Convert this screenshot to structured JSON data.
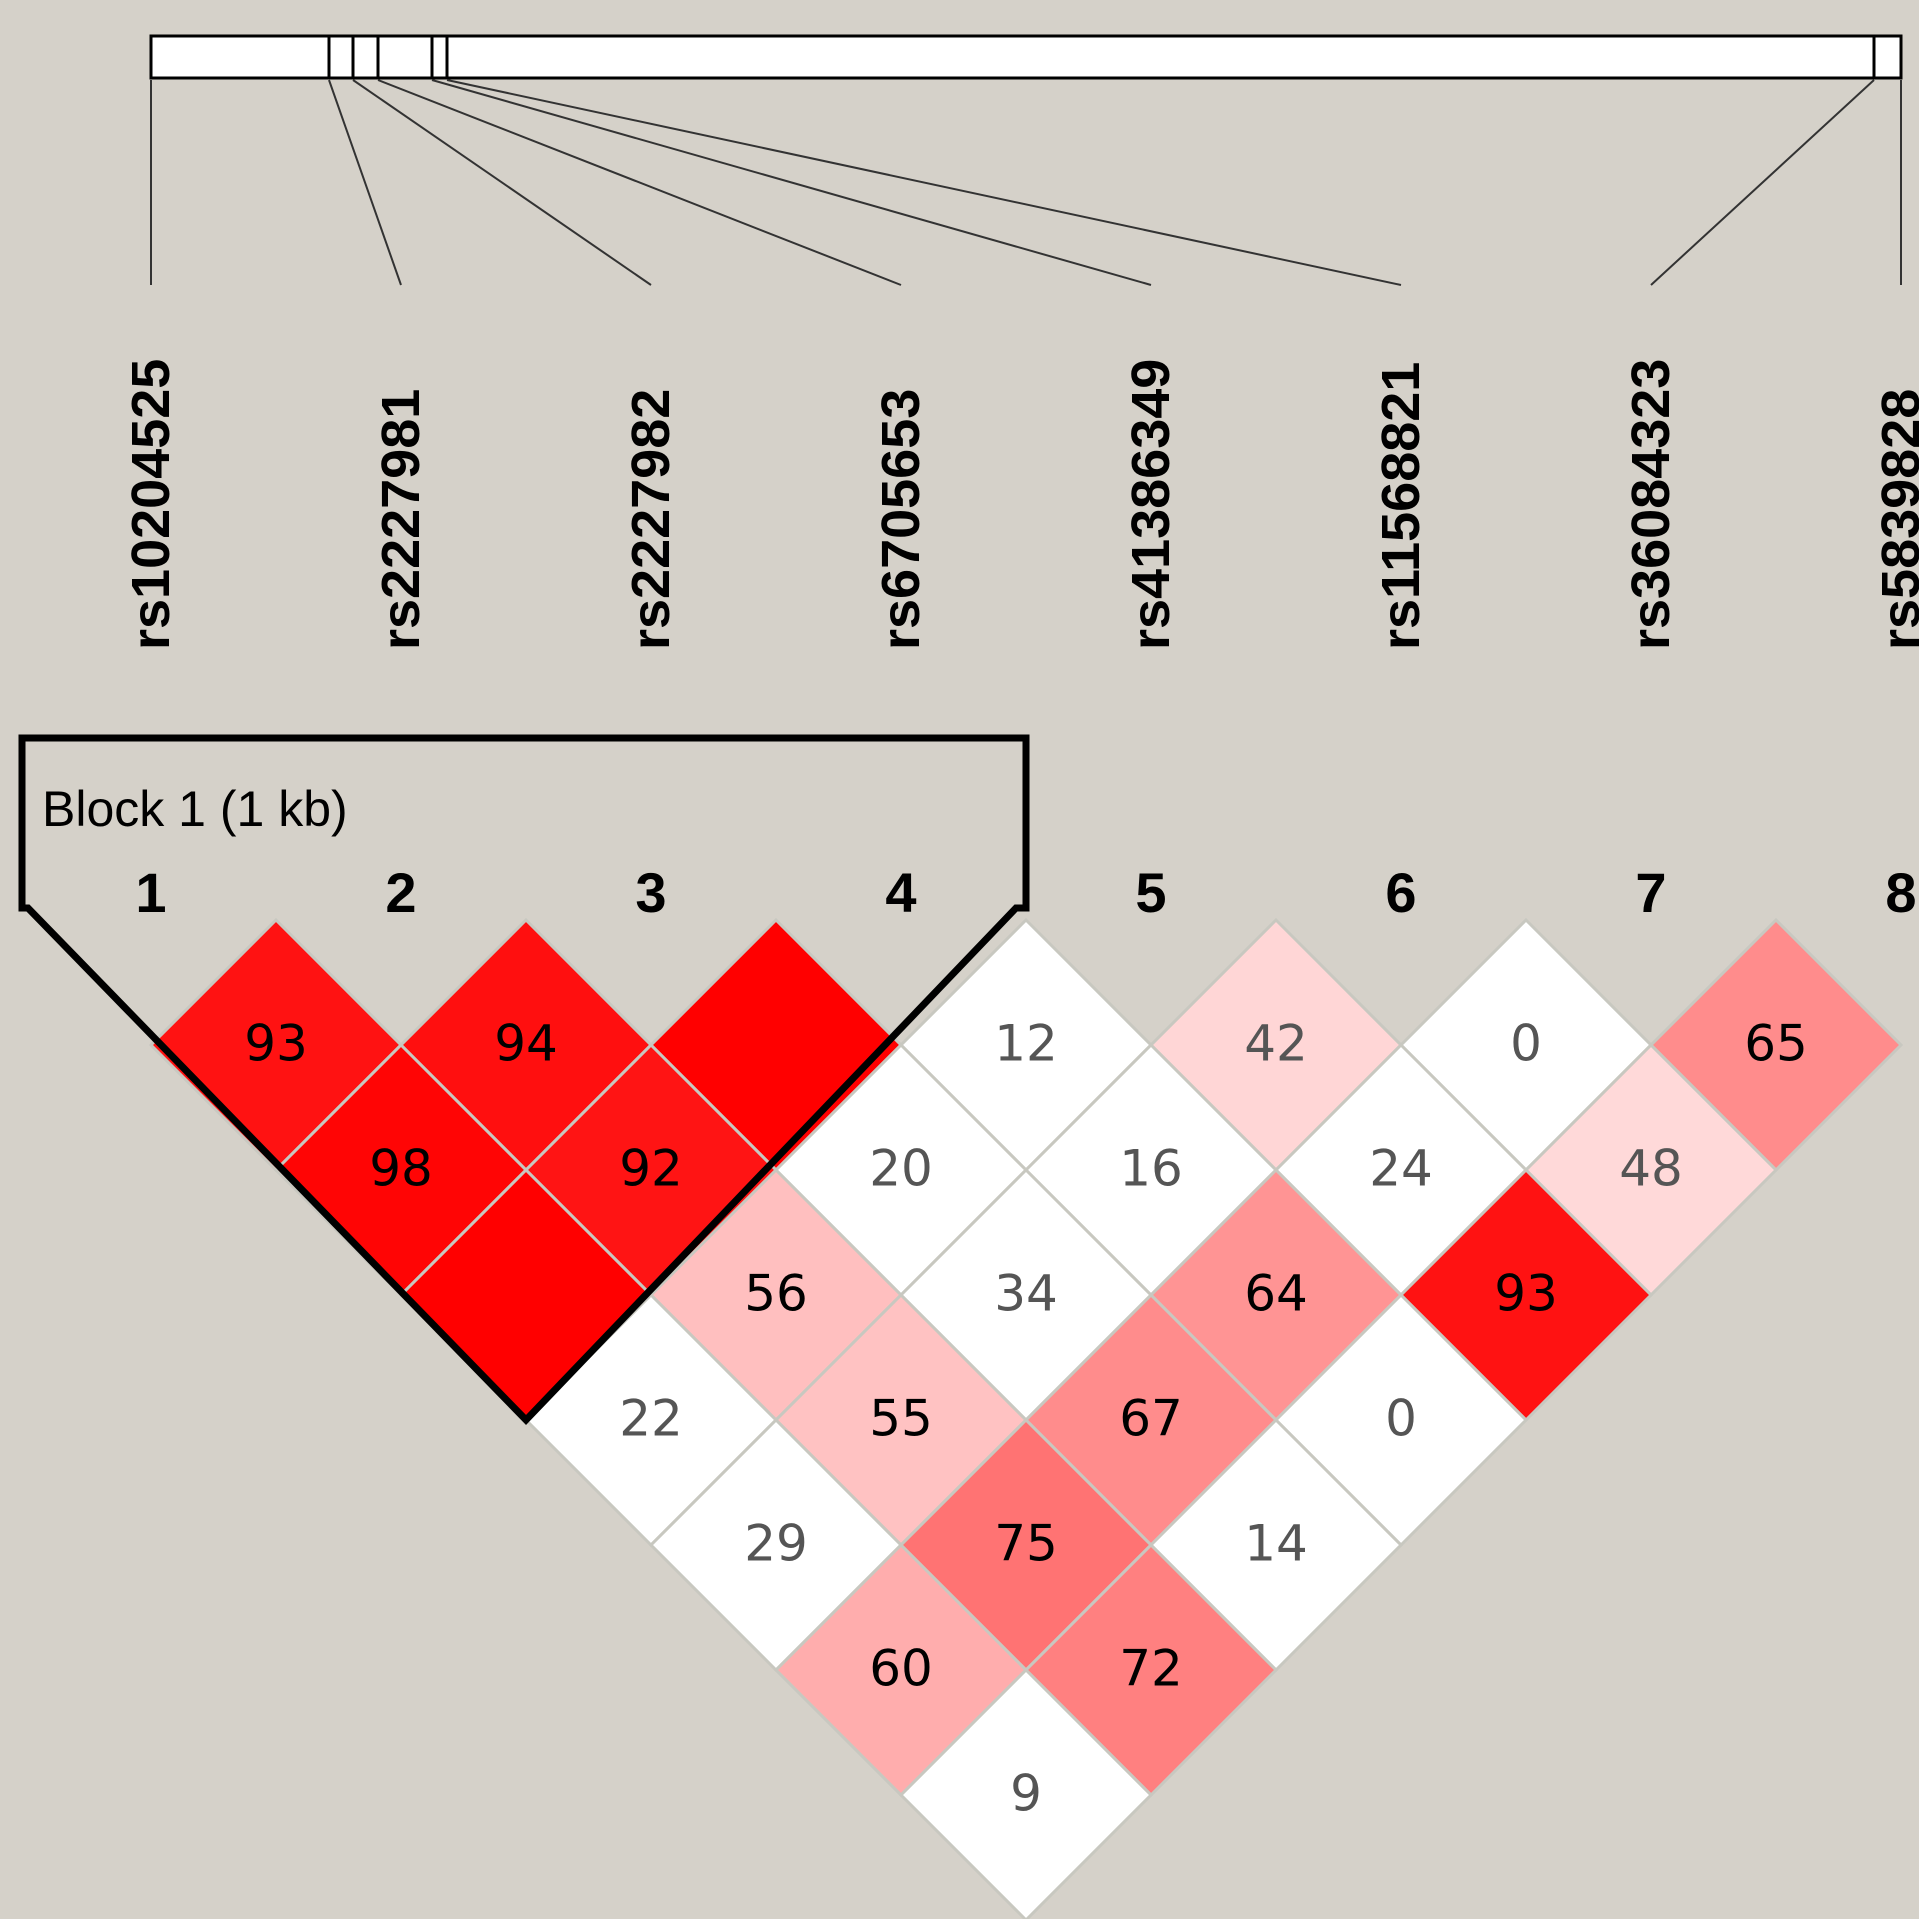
{
  "colors": {
    "background": "#d5d1c9",
    "strong_ld": "#ff0000",
    "weak_ld": "#ffffff",
    "block_outline": "#000000"
  },
  "snps": [
    {
      "index": "1",
      "name": "rs10204525"
    },
    {
      "index": "2",
      "name": "rs2227981"
    },
    {
      "index": "3",
      "name": "rs2227982"
    },
    {
      "index": "4",
      "name": "rs6705653"
    },
    {
      "index": "5",
      "name": "rs41386349"
    },
    {
      "index": "6",
      "name": "rs11568821"
    },
    {
      "index": "7",
      "name": "rs36084323"
    },
    {
      "index": "8",
      "name": "rs5839828"
    }
  ],
  "block": {
    "label": "Block 1 (1 kb)",
    "first_snp": 1,
    "last_snp": 4
  },
  "ld_cells": [
    {
      "i": 1,
      "j": 2,
      "value": "93",
      "intensity": 0.93
    },
    {
      "i": 2,
      "j": 3,
      "value": "94",
      "intensity": 0.94
    },
    {
      "i": 3,
      "j": 4,
      "value": "",
      "intensity": 1.0
    },
    {
      "i": 4,
      "j": 5,
      "value": "12",
      "intensity": 0.0
    },
    {
      "i": 5,
      "j": 6,
      "value": "42",
      "intensity": 0.16
    },
    {
      "i": 6,
      "j": 7,
      "value": "0",
      "intensity": 0.0
    },
    {
      "i": 7,
      "j": 8,
      "value": "65",
      "intensity": 0.45
    },
    {
      "i": 1,
      "j": 3,
      "value": "98",
      "intensity": 0.98
    },
    {
      "i": 2,
      "j": 4,
      "value": "92",
      "intensity": 0.92
    },
    {
      "i": 3,
      "j": 5,
      "value": "20",
      "intensity": 0.0
    },
    {
      "i": 4,
      "j": 6,
      "value": "16",
      "intensity": 0.0
    },
    {
      "i": 5,
      "j": 7,
      "value": "24",
      "intensity": 0.0
    },
    {
      "i": 6,
      "j": 8,
      "value": "48",
      "intensity": 0.15
    },
    {
      "i": 1,
      "j": 4,
      "value": "",
      "intensity": 1.0
    },
    {
      "i": 2,
      "j": 5,
      "value": "56",
      "intensity": 0.25
    },
    {
      "i": 3,
      "j": 6,
      "value": "34",
      "intensity": 0.0
    },
    {
      "i": 4,
      "j": 7,
      "value": "64",
      "intensity": 0.42
    },
    {
      "i": 5,
      "j": 8,
      "value": "93",
      "intensity": 0.93
    },
    {
      "i": 1,
      "j": 5,
      "value": "22",
      "intensity": 0.0
    },
    {
      "i": 2,
      "j": 6,
      "value": "55",
      "intensity": 0.24
    },
    {
      "i": 3,
      "j": 7,
      "value": "67",
      "intensity": 0.45
    },
    {
      "i": 4,
      "j": 8,
      "value": "0",
      "intensity": 0.0
    },
    {
      "i": 1,
      "j": 6,
      "value": "29",
      "intensity": 0.0
    },
    {
      "i": 2,
      "j": 7,
      "value": "75",
      "intensity": 0.55
    },
    {
      "i": 3,
      "j": 8,
      "value": "14",
      "intensity": 0.0
    },
    {
      "i": 1,
      "j": 7,
      "value": "60",
      "intensity": 0.32
    },
    {
      "i": 2,
      "j": 8,
      "value": "72",
      "intensity": 0.5
    },
    {
      "i": 1,
      "j": 8,
      "value": "9",
      "intensity": 0.0
    }
  ]
}
